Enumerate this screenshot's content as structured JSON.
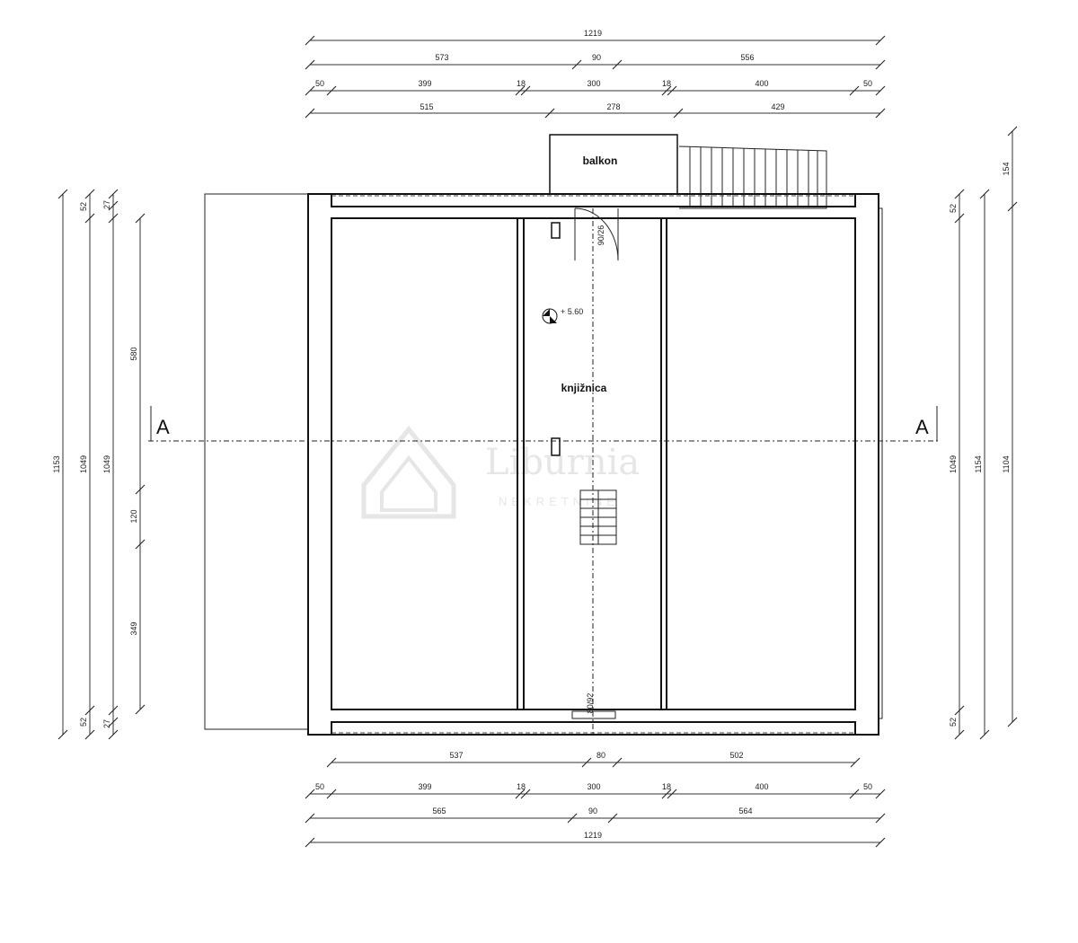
{
  "plan": {
    "rooms": {
      "balcony": "balkon",
      "library": "knjižnica"
    },
    "elevation": "+ 5.60",
    "section_marker": "A",
    "door_label": "90/26",
    "door_bottom_label": "80/92",
    "watermark": {
      "brand": "Liburnia",
      "sub": "NEKRETNINE"
    },
    "dimensions": {
      "top_overall": "1219",
      "top_row2": [
        "573",
        "90",
        "556"
      ],
      "top_row3": [
        "50",
        "399",
        "18",
        "300",
        "18",
        "400",
        "50"
      ],
      "top_row4": [
        "515",
        "278",
        "429"
      ],
      "bottom_row1": [
        "537",
        "80",
        "502"
      ],
      "bottom_row2": [
        "50",
        "399",
        "18",
        "300",
        "18",
        "400",
        "50"
      ],
      "bottom_row3": [
        "565",
        "90",
        "564"
      ],
      "bottom_overall": "1219",
      "left_col1": "1153",
      "left_col2": [
        "52",
        "1049",
        "52"
      ],
      "left_col3": [
        "27",
        "1049",
        "27"
      ],
      "left_col4": [
        "580",
        "120",
        "349"
      ],
      "right_col1": [
        "52",
        "1049",
        "52"
      ],
      "right_col2": "1154",
      "right_col3": [
        "154",
        "1104"
      ]
    }
  }
}
